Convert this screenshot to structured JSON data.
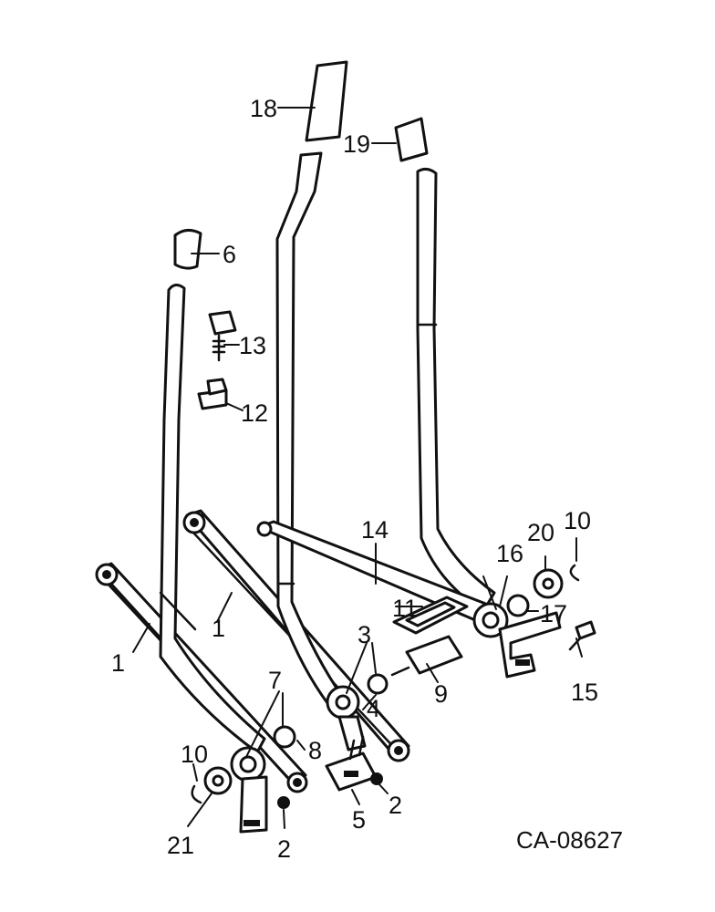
{
  "callouts": {
    "c1a": "1",
    "c1b": "1",
    "c2a": "2",
    "c2b": "2",
    "c3": "3",
    "c4": "4",
    "c5": "5",
    "c6": "6",
    "c7": "7",
    "c8": "8",
    "c9": "9",
    "c10a": "10",
    "c10b": "10",
    "c11": "11",
    "c12": "12",
    "c13": "13",
    "c14": "14",
    "c15": "15",
    "c16": "16",
    "c17": "17",
    "c18": "18",
    "c19": "19",
    "c20": "20",
    "c21": "21"
  },
  "drawing_id": "CA-08627",
  "colors": {
    "ink": "#111111",
    "paper": "#ffffff"
  }
}
